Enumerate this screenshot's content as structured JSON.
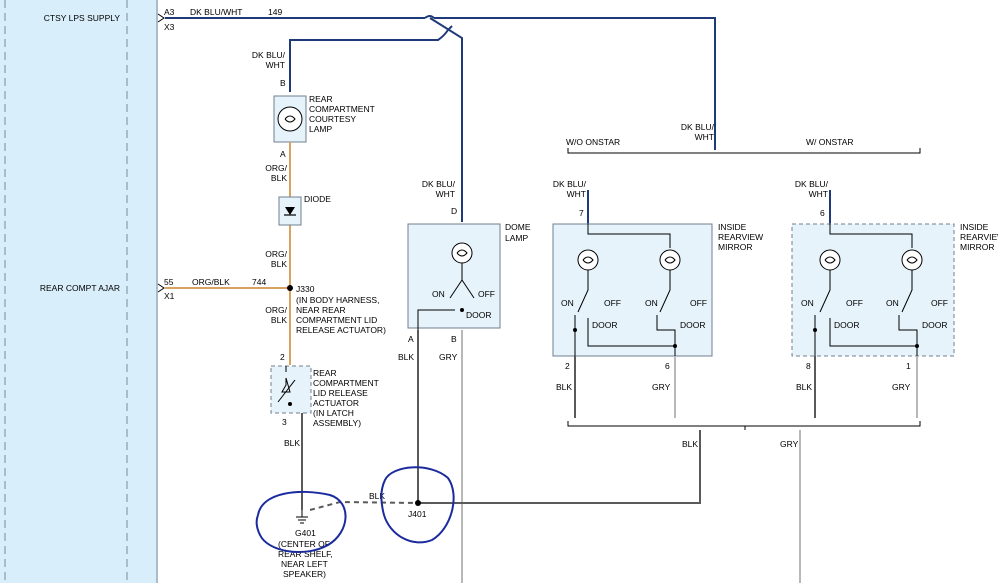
{
  "module": {
    "pins": [
      {
        "circuit_label": "CTSY LPS SUPPLY",
        "pin": "A3",
        "connector": "X3"
      },
      {
        "circuit_label": "REAR COMPT AJAR",
        "pin": "55",
        "connector": "X1"
      }
    ]
  },
  "wires": {
    "ctsy_supply": {
      "color": "DK BLU/WHT",
      "circuit": "149"
    },
    "rear_compt_ajar": {
      "color": "ORG/BLK",
      "circuit": "744"
    },
    "courtesy_lamp_feed_color": [
      "DK BLU/",
      "WHT"
    ],
    "org_blk_stack": [
      "ORG/",
      "BLK"
    ],
    "mirror_feed_color": [
      "DK BLU/",
      "WHT"
    ],
    "dome_feed_color": [
      "DK BLU/",
      "WHT"
    ],
    "blk": "BLK",
    "gry": "GRY"
  },
  "components": {
    "courtesy_lamp": {
      "name_lines": [
        "REAR",
        "COMPARTMENT",
        "COURTESY",
        "LAMP"
      ],
      "pin_top": "B",
      "pin_bottom": "A"
    },
    "diode": {
      "name": "DIODE"
    },
    "j330": {
      "name": "J330",
      "note_lines": [
        "(IN BODY HARNESS,",
        "NEAR REAR",
        "COMPARTMENT LID",
        "RELEASE ACTUATOR)"
      ]
    },
    "actuator": {
      "name_lines": [
        "REAR",
        "COMPARTMENT",
        "LID RELEASE",
        "ACTUATOR",
        "(IN LATCH",
        "ASSEMBLY)"
      ],
      "pin_top": "2",
      "pin_bottom": "3"
    },
    "dome_lamp": {
      "name_lines": [
        "DOME",
        "LAMP"
      ],
      "pin_top": "D",
      "pin_a": "A",
      "pin_b": "B",
      "on": "ON",
      "off": "OFF",
      "door": "DOOR"
    },
    "mirror_wo": {
      "option": "W/O ONSTAR",
      "name_lines": [
        "INSIDE",
        "REARVIEW",
        "MIRROR"
      ],
      "pin_top": "7",
      "pin_left": "2",
      "pin_right": "6",
      "on": "ON",
      "off": "OFF",
      "door": "DOOR"
    },
    "mirror_w": {
      "option": "W/ ONSTAR",
      "name_lines": [
        "INSIDE",
        "REARVIEW",
        "MIRROR"
      ],
      "pin_top": "6",
      "pin_left": "8",
      "pin_right": "1",
      "on": "ON",
      "off": "OFF",
      "door": "DOOR"
    },
    "j401": {
      "name": "J401"
    },
    "g401": {
      "name": "G401",
      "note_lines": [
        "(CENTER OF",
        "REAR SHELF,",
        "NEAR LEFT",
        "SPEAKER)"
      ]
    }
  },
  "colors": {
    "dk_blu_wht": "#1f3a7a",
    "org_blk": "#d9a25e",
    "blk": "#5a5a5a",
    "gry": "#b8b8b8",
    "module_fill": "#d9eefb",
    "component_fill": "#e6f3fb",
    "annotation_ink": "#1b2b9e"
  }
}
